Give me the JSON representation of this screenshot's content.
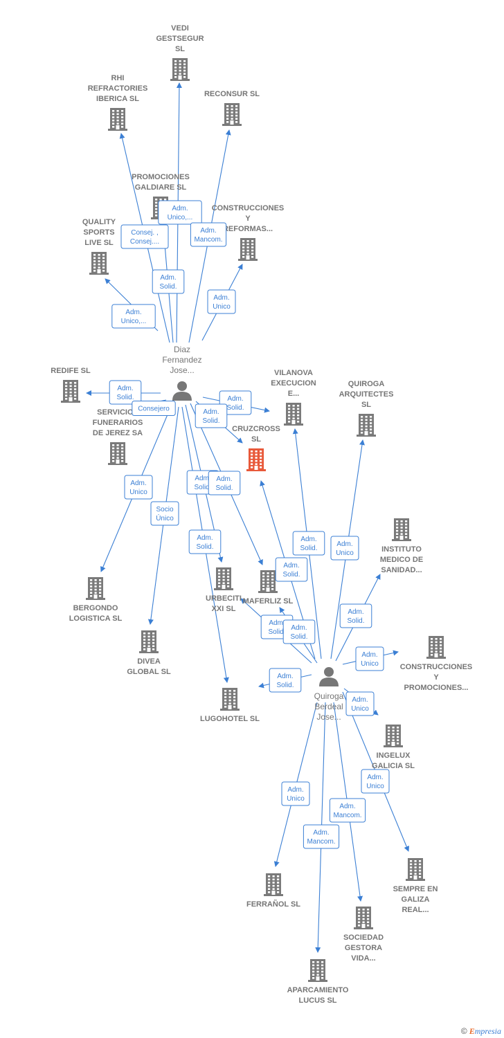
{
  "colors": {
    "building": "#7a7a7a",
    "building_highlight": "#e8593a",
    "edge": "#3b7fd4",
    "person": "#777777"
  },
  "nodes": [
    {
      "id": "vedi",
      "kind": "company",
      "lines": [
        "VEDI",
        "GESTSEGUR",
        "SL"
      ]
    },
    {
      "id": "rhi",
      "kind": "company",
      "lines": [
        "RHI",
        "REFRACTORIES",
        "IBERICA SL"
      ]
    },
    {
      "id": "reconsur",
      "kind": "company",
      "lines": [
        "RECONSUR  SL"
      ]
    },
    {
      "id": "galdiare",
      "kind": "company",
      "lines": [
        "PROMOCIONES",
        "GALDIARE SL"
      ]
    },
    {
      "id": "construcciones_reformas",
      "kind": "company",
      "lines": [
        "CONSTRUCCIONES",
        "Y",
        "REFORMAS..."
      ]
    },
    {
      "id": "quality",
      "kind": "company",
      "lines": [
        "QUALITY",
        "SPORTS",
        "LIVE  SL"
      ]
    },
    {
      "id": "diaz",
      "kind": "person",
      "lines": [
        "Diaz",
        "Fernandez",
        "Jose..."
      ]
    },
    {
      "id": "redife",
      "kind": "company",
      "lines": [
        "REDIFE SL"
      ]
    },
    {
      "id": "servicios",
      "kind": "company",
      "lines": [
        "SERVICIOS",
        "FUNERARIOS",
        "DE JEREZ SA"
      ]
    },
    {
      "id": "vilanova",
      "kind": "company",
      "lines": [
        "VILANOVA",
        "EXECUCION",
        "E..."
      ]
    },
    {
      "id": "quiroga_arq",
      "kind": "company",
      "lines": [
        "QUIROGA",
        "ARQUITECTES",
        "SL"
      ]
    },
    {
      "id": "cruzcross",
      "kind": "company",
      "highlight": true,
      "lines": [
        "CRUZCROSS",
        "SL"
      ]
    },
    {
      "id": "instituto",
      "kind": "company",
      "lines": [
        "INSTITUTO",
        "MEDICO DE",
        "SANIDAD..."
      ]
    },
    {
      "id": "bergondo",
      "kind": "company",
      "lines": [
        "BERGONDO",
        "LOGISTICA  SL"
      ]
    },
    {
      "id": "urbeciti",
      "kind": "company",
      "lines": [
        "URBECITI",
        "XXI SL"
      ]
    },
    {
      "id": "maferliz",
      "kind": "company",
      "lines": [
        "MAFERLIZ SL"
      ]
    },
    {
      "id": "divea",
      "kind": "company",
      "lines": [
        "DIVEA",
        "GLOBAL  SL"
      ]
    },
    {
      "id": "construcciones_promociones",
      "kind": "company",
      "lines": [
        "CONSTRUCCIONES",
        "Y",
        "PROMOCIONES..."
      ]
    },
    {
      "id": "lugohotel",
      "kind": "company",
      "lines": [
        "LUGOHOTEL SL"
      ]
    },
    {
      "id": "quiroga",
      "kind": "person",
      "lines": [
        "Quiroga",
        "Berdeal",
        "Jose..."
      ]
    },
    {
      "id": "ingelux",
      "kind": "company",
      "lines": [
        "INGELUX",
        "GALICIA  SL"
      ]
    },
    {
      "id": "sempre",
      "kind": "company",
      "lines": [
        "SEMPRE EN",
        "GALIZA",
        "REAL..."
      ]
    },
    {
      "id": "ferranol",
      "kind": "company",
      "lines": [
        "FERRAÑOL  SL"
      ]
    },
    {
      "id": "sociedad",
      "kind": "company",
      "lines": [
        "SOCIEDAD",
        "GESTORA",
        "VIDA..."
      ]
    },
    {
      "id": "aparcamiento",
      "kind": "company",
      "lines": [
        "APARCAMIENTO",
        "LUCUS SL"
      ]
    }
  ],
  "edges": [
    {
      "from": "diaz",
      "to": "vedi",
      "label": [
        "Adm.",
        "Unico,..."
      ]
    },
    {
      "from": "diaz",
      "to": "rhi",
      "label": [
        "Consej. ,",
        "Consej...."
      ]
    },
    {
      "from": "diaz",
      "to": "reconsur",
      "label": [
        "Adm.",
        "Mancom."
      ]
    },
    {
      "from": "diaz",
      "to": "galdiare",
      "label": [
        "Adm.",
        "Solid."
      ]
    },
    {
      "from": "diaz",
      "to": "construcciones_reformas",
      "label": [
        "Adm.",
        "Unico"
      ]
    },
    {
      "from": "diaz",
      "to": "quality",
      "label": [
        "Adm.",
        "Unico,..."
      ]
    },
    {
      "from": "diaz",
      "to": "redife",
      "label": [
        "Adm.",
        "Solid."
      ]
    },
    {
      "from": "diaz",
      "to": "servicios",
      "label": [
        "Consejero"
      ]
    },
    {
      "from": "diaz",
      "to": "vilanova",
      "label": [
        "Adm.",
        "Solid."
      ]
    },
    {
      "from": "diaz",
      "to": "cruzcross",
      "label": [
        "Adm.",
        "Solid."
      ]
    },
    {
      "from": "diaz",
      "to": "bergondo",
      "label": [
        "Adm.",
        "Unico"
      ]
    },
    {
      "from": "diaz",
      "to": "divea",
      "label": [
        "Socio",
        "Único"
      ]
    },
    {
      "from": "diaz",
      "to": "urbeciti",
      "label": [
        "Adm.",
        "Solid."
      ]
    },
    {
      "from": "diaz",
      "to": "maferliz",
      "label": [
        "Adm.",
        "Solid."
      ]
    },
    {
      "from": "diaz",
      "to": "lugohotel",
      "label": [
        "Adm.",
        "Solid."
      ]
    },
    {
      "from": "quiroga",
      "to": "vilanova",
      "label": [
        "Adm.",
        "Solid."
      ]
    },
    {
      "from": "quiroga",
      "to": "quiroga_arq",
      "label": [
        "Adm.",
        "Unico"
      ]
    },
    {
      "from": "quiroga",
      "to": "cruzcross",
      "label": [
        "Adm.",
        "Solid."
      ]
    },
    {
      "from": "quiroga",
      "to": "instituto",
      "label": [
        "Adm.",
        "Solid."
      ]
    },
    {
      "from": "quiroga",
      "to": "urbeciti",
      "label": [
        "Adm.",
        "Solid."
      ]
    },
    {
      "from": "quiroga",
      "to": "maferliz",
      "label": [
        "Adm.",
        "Solid."
      ]
    },
    {
      "from": "quiroga",
      "to": "construcciones_promociones",
      "label": [
        "Adm.",
        "Unico"
      ]
    },
    {
      "from": "quiroga",
      "to": "lugohotel",
      "label": [
        "Adm.",
        "Solid."
      ]
    },
    {
      "from": "quiroga",
      "to": "ingelux",
      "label": [
        "Adm.",
        "Unico"
      ]
    },
    {
      "from": "quiroga",
      "to": "sempre",
      "label": [
        "Adm.",
        "Unico"
      ]
    },
    {
      "from": "quiroga",
      "to": "ferranol",
      "label": [
        "Adm.",
        "Unico"
      ]
    },
    {
      "from": "quiroga",
      "to": "sociedad",
      "label": [
        "Adm.",
        "Mancom."
      ]
    },
    {
      "from": "quiroga",
      "to": "aparcamiento",
      "label": [
        "Adm.",
        "Mancom."
      ]
    }
  ],
  "credit": {
    "symbol": "©",
    "brand_initial": "E",
    "brand_rest": "mpresia"
  }
}
